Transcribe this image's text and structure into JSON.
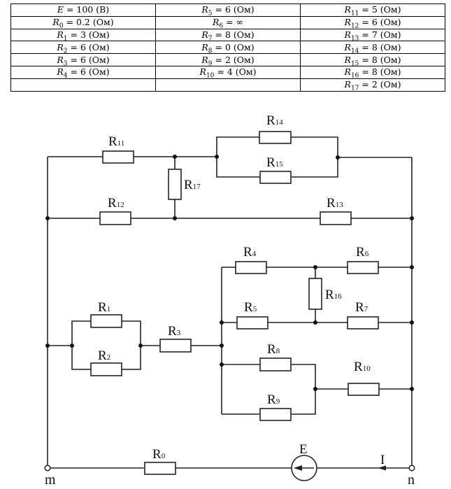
{
  "params_table": {
    "rows": [
      [
        {
          "sym": "E",
          "sub": "",
          "eq": "= 100 (В)"
        },
        {
          "sym": "R",
          "sub": "5",
          "eq": "= 6 (Ом)"
        },
        {
          "sym": "R",
          "sub": "11",
          "eq": "= 5 (Ом)"
        }
      ],
      [
        {
          "sym": "R",
          "sub": "0",
          "eq": "= 0.2 (Ом)"
        },
        {
          "sym": "R",
          "sub": "6",
          "eq": "= ∞"
        },
        {
          "sym": "R",
          "sub": "12",
          "eq": "= 6 (Ом)"
        }
      ],
      [
        {
          "sym": "R",
          "sub": "1",
          "eq": "= 3 (Ом)"
        },
        {
          "sym": "R",
          "sub": "7",
          "eq": "= 8 (Ом)"
        },
        {
          "sym": "R",
          "sub": "13",
          "eq": "= 7 (Ом)"
        }
      ],
      [
        {
          "sym": "R",
          "sub": "2",
          "eq": "= 6 (Ом)"
        },
        {
          "sym": "R",
          "sub": "8",
          "eq": "= 0 (Ом)"
        },
        {
          "sym": "R",
          "sub": "14",
          "eq": "= 8 (Ом)"
        }
      ],
      [
        {
          "sym": "R",
          "sub": "3",
          "eq": "= 6 (Ом)"
        },
        {
          "sym": "R",
          "sub": "9",
          "eq": "= 2 (Ом)"
        },
        {
          "sym": "R",
          "sub": "15",
          "eq": "= 8 (Ом)"
        }
      ],
      [
        {
          "sym": "R",
          "sub": "4",
          "eq": "= 6 (Ом)"
        },
        {
          "sym": "R",
          "sub": "10",
          "eq": "= 4 (Ом)"
        },
        {
          "sym": "R",
          "sub": "16",
          "eq": "= 8 (Ом)"
        }
      ],
      [
        null,
        null,
        {
          "sym": "R",
          "sub": "17",
          "eq": "= 2 (Ом)"
        }
      ]
    ]
  },
  "circuit": {
    "labels": {
      "R0": {
        "main": "R",
        "sub": "0"
      },
      "R1": {
        "main": "R",
        "sub": "1"
      },
      "R2": {
        "main": "R",
        "sub": "2"
      },
      "R3": {
        "main": "R",
        "sub": "3"
      },
      "R4": {
        "main": "R",
        "sub": "4"
      },
      "R5": {
        "main": "R",
        "sub": "5"
      },
      "R6": {
        "main": "R",
        "sub": "6"
      },
      "R7": {
        "main": "R",
        "sub": "7"
      },
      "R8": {
        "main": "R",
        "sub": "8"
      },
      "R9": {
        "main": "R",
        "sub": "9"
      },
      "R10": {
        "main": "R",
        "sub": "10"
      },
      "R11": {
        "main": "R",
        "sub": "11"
      },
      "R12": {
        "main": "R",
        "sub": "12"
      },
      "R13": {
        "main": "R",
        "sub": "13"
      },
      "R14": {
        "main": "R",
        "sub": "14"
      },
      "R15": {
        "main": "R",
        "sub": "15"
      },
      "R16": {
        "main": "R",
        "sub": "16"
      },
      "R17": {
        "main": "R",
        "sub": "17"
      }
    },
    "source_label": "E",
    "current_label": "I",
    "terminal_left": "m",
    "terminal_right": "n"
  }
}
